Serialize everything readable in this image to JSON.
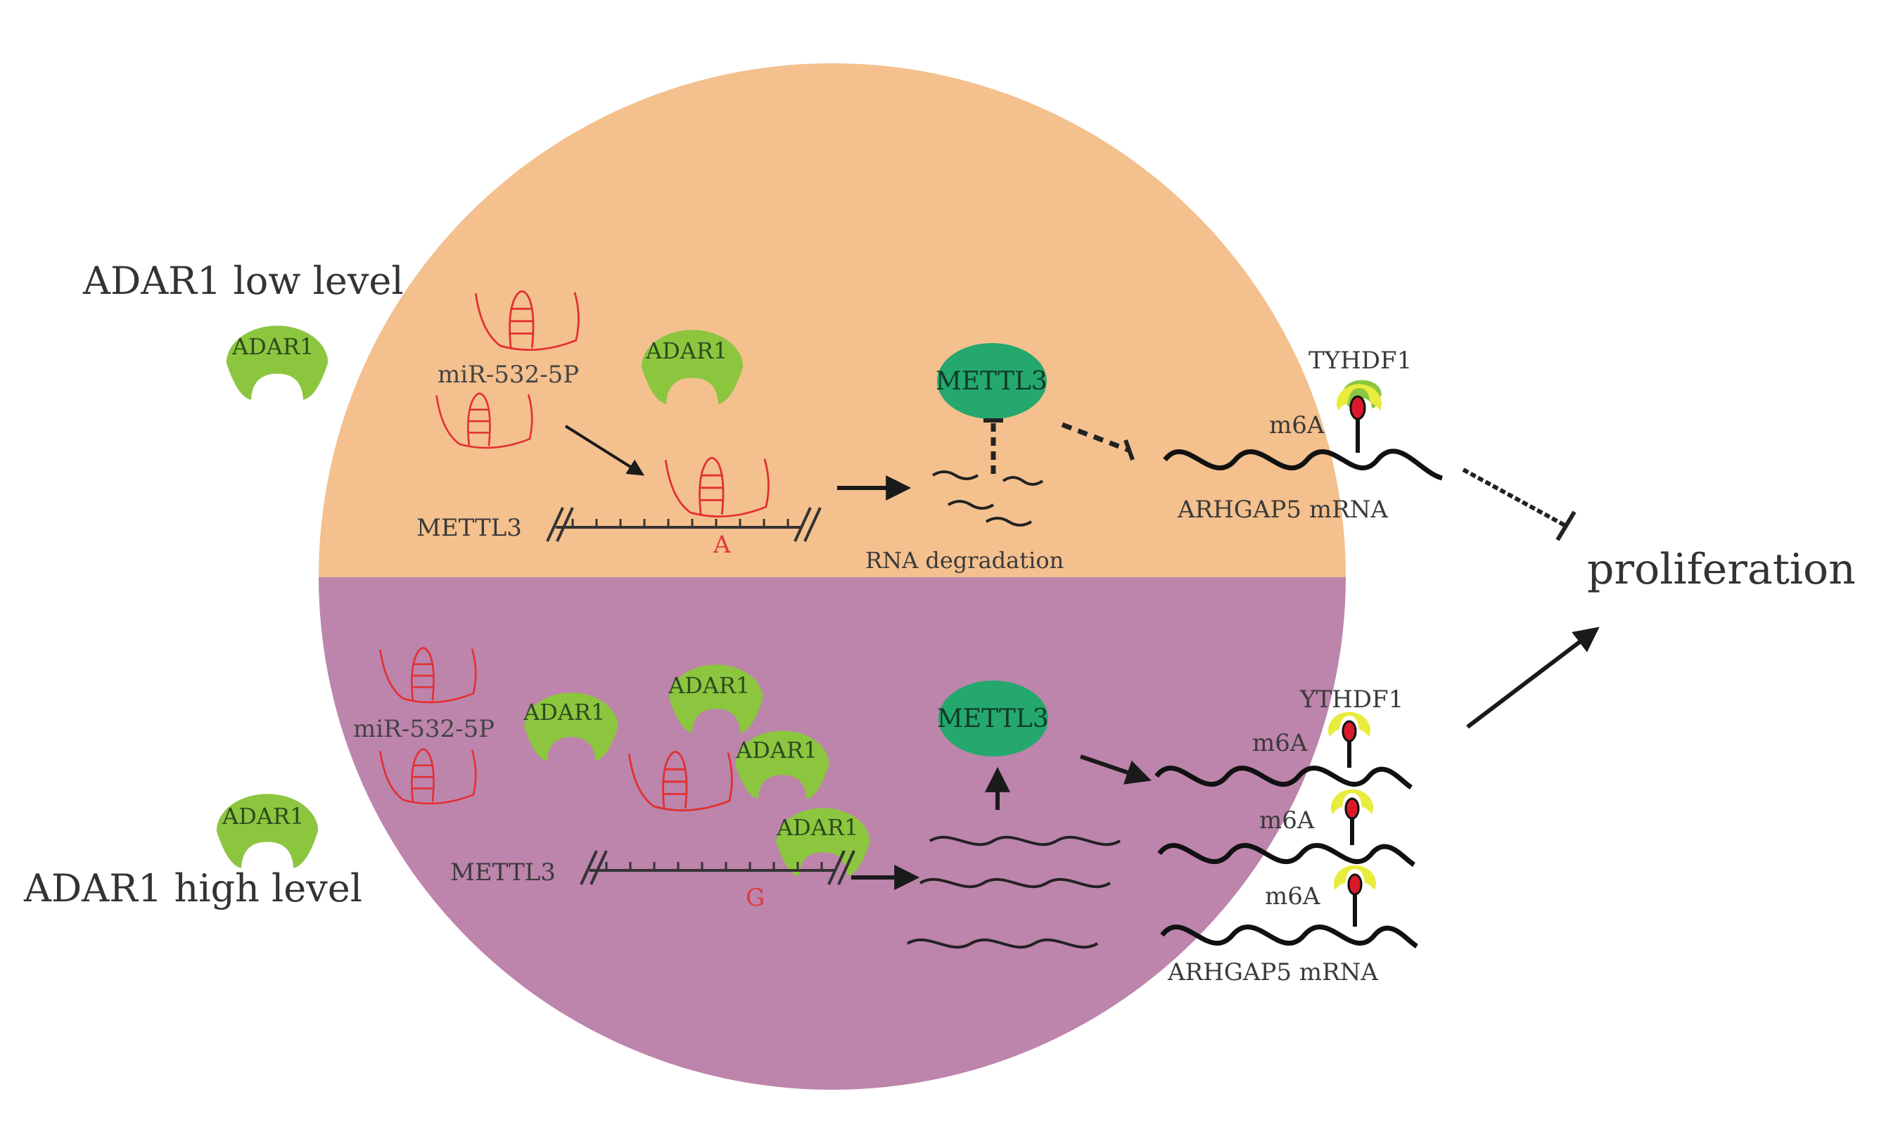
{
  "colors": {
    "upper_half": "#f4c08e",
    "lower_half": "#bd84ac",
    "adar1": "#8cc63f",
    "mettl3": "#24a86e",
    "ythdf1": "#e8ec3c",
    "mirna": "#e23030",
    "m6a_mark": "#d91a2a"
  },
  "labels": {
    "low_level": "ADAR1 low level",
    "high_level": "ADAR1  high level",
    "proliferation": "proliferation",
    "adar1": "ADAR1",
    "mirna_top": "miR-532-5P",
    "mirna_bottom": "miR-532-5P",
    "mettl3_gene_top": "METTL3",
    "mettl3_gene_bottom": "METTL3",
    "base_a": "A",
    "base_g": "G",
    "rna_degradation": "RNA degradation",
    "mettl3_protein_top": "METTL3",
    "mettl3_protein_bottom": "METTL3",
    "reader_top": "TYHDF1",
    "reader_bottom": "YTHDF1",
    "m6a": "m6A",
    "mrna_top": "ARHGAP5 mRNA",
    "mrna_bottom": "ARHGAP5 mRNA"
  }
}
